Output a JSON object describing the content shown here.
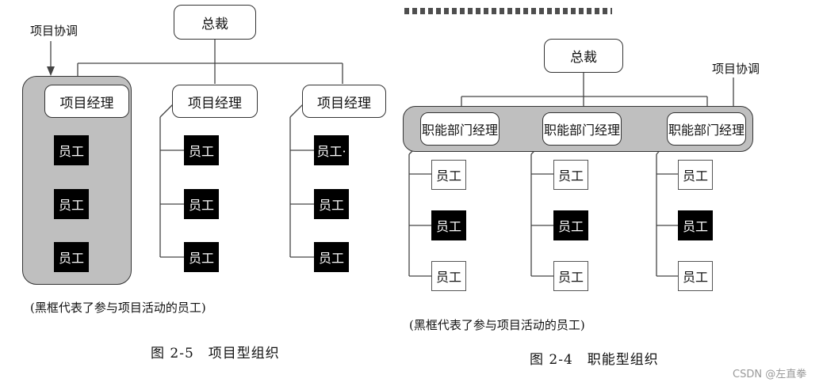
{
  "left_figure": {
    "top": "总裁",
    "coord_label": "项目协调",
    "managers": [
      "项目经理",
      "项目经理",
      "项目经理"
    ],
    "employee": "员工",
    "employee_mark": "员工·",
    "note": "(黑框代表了参与项目活动的员工)",
    "caption": "图 2-5　项目型组织"
  },
  "right_figure": {
    "top": "总裁",
    "coord_label": "项目协调",
    "managers": [
      "职能部门经理",
      "职能部门经理",
      "职能部门经理"
    ],
    "employee": "员工",
    "note": "(黑框代表了参与项目活动的员工)",
    "caption": "图 2-4　职能型组织"
  },
  "watermark": "CSDN @左直拳"
}
